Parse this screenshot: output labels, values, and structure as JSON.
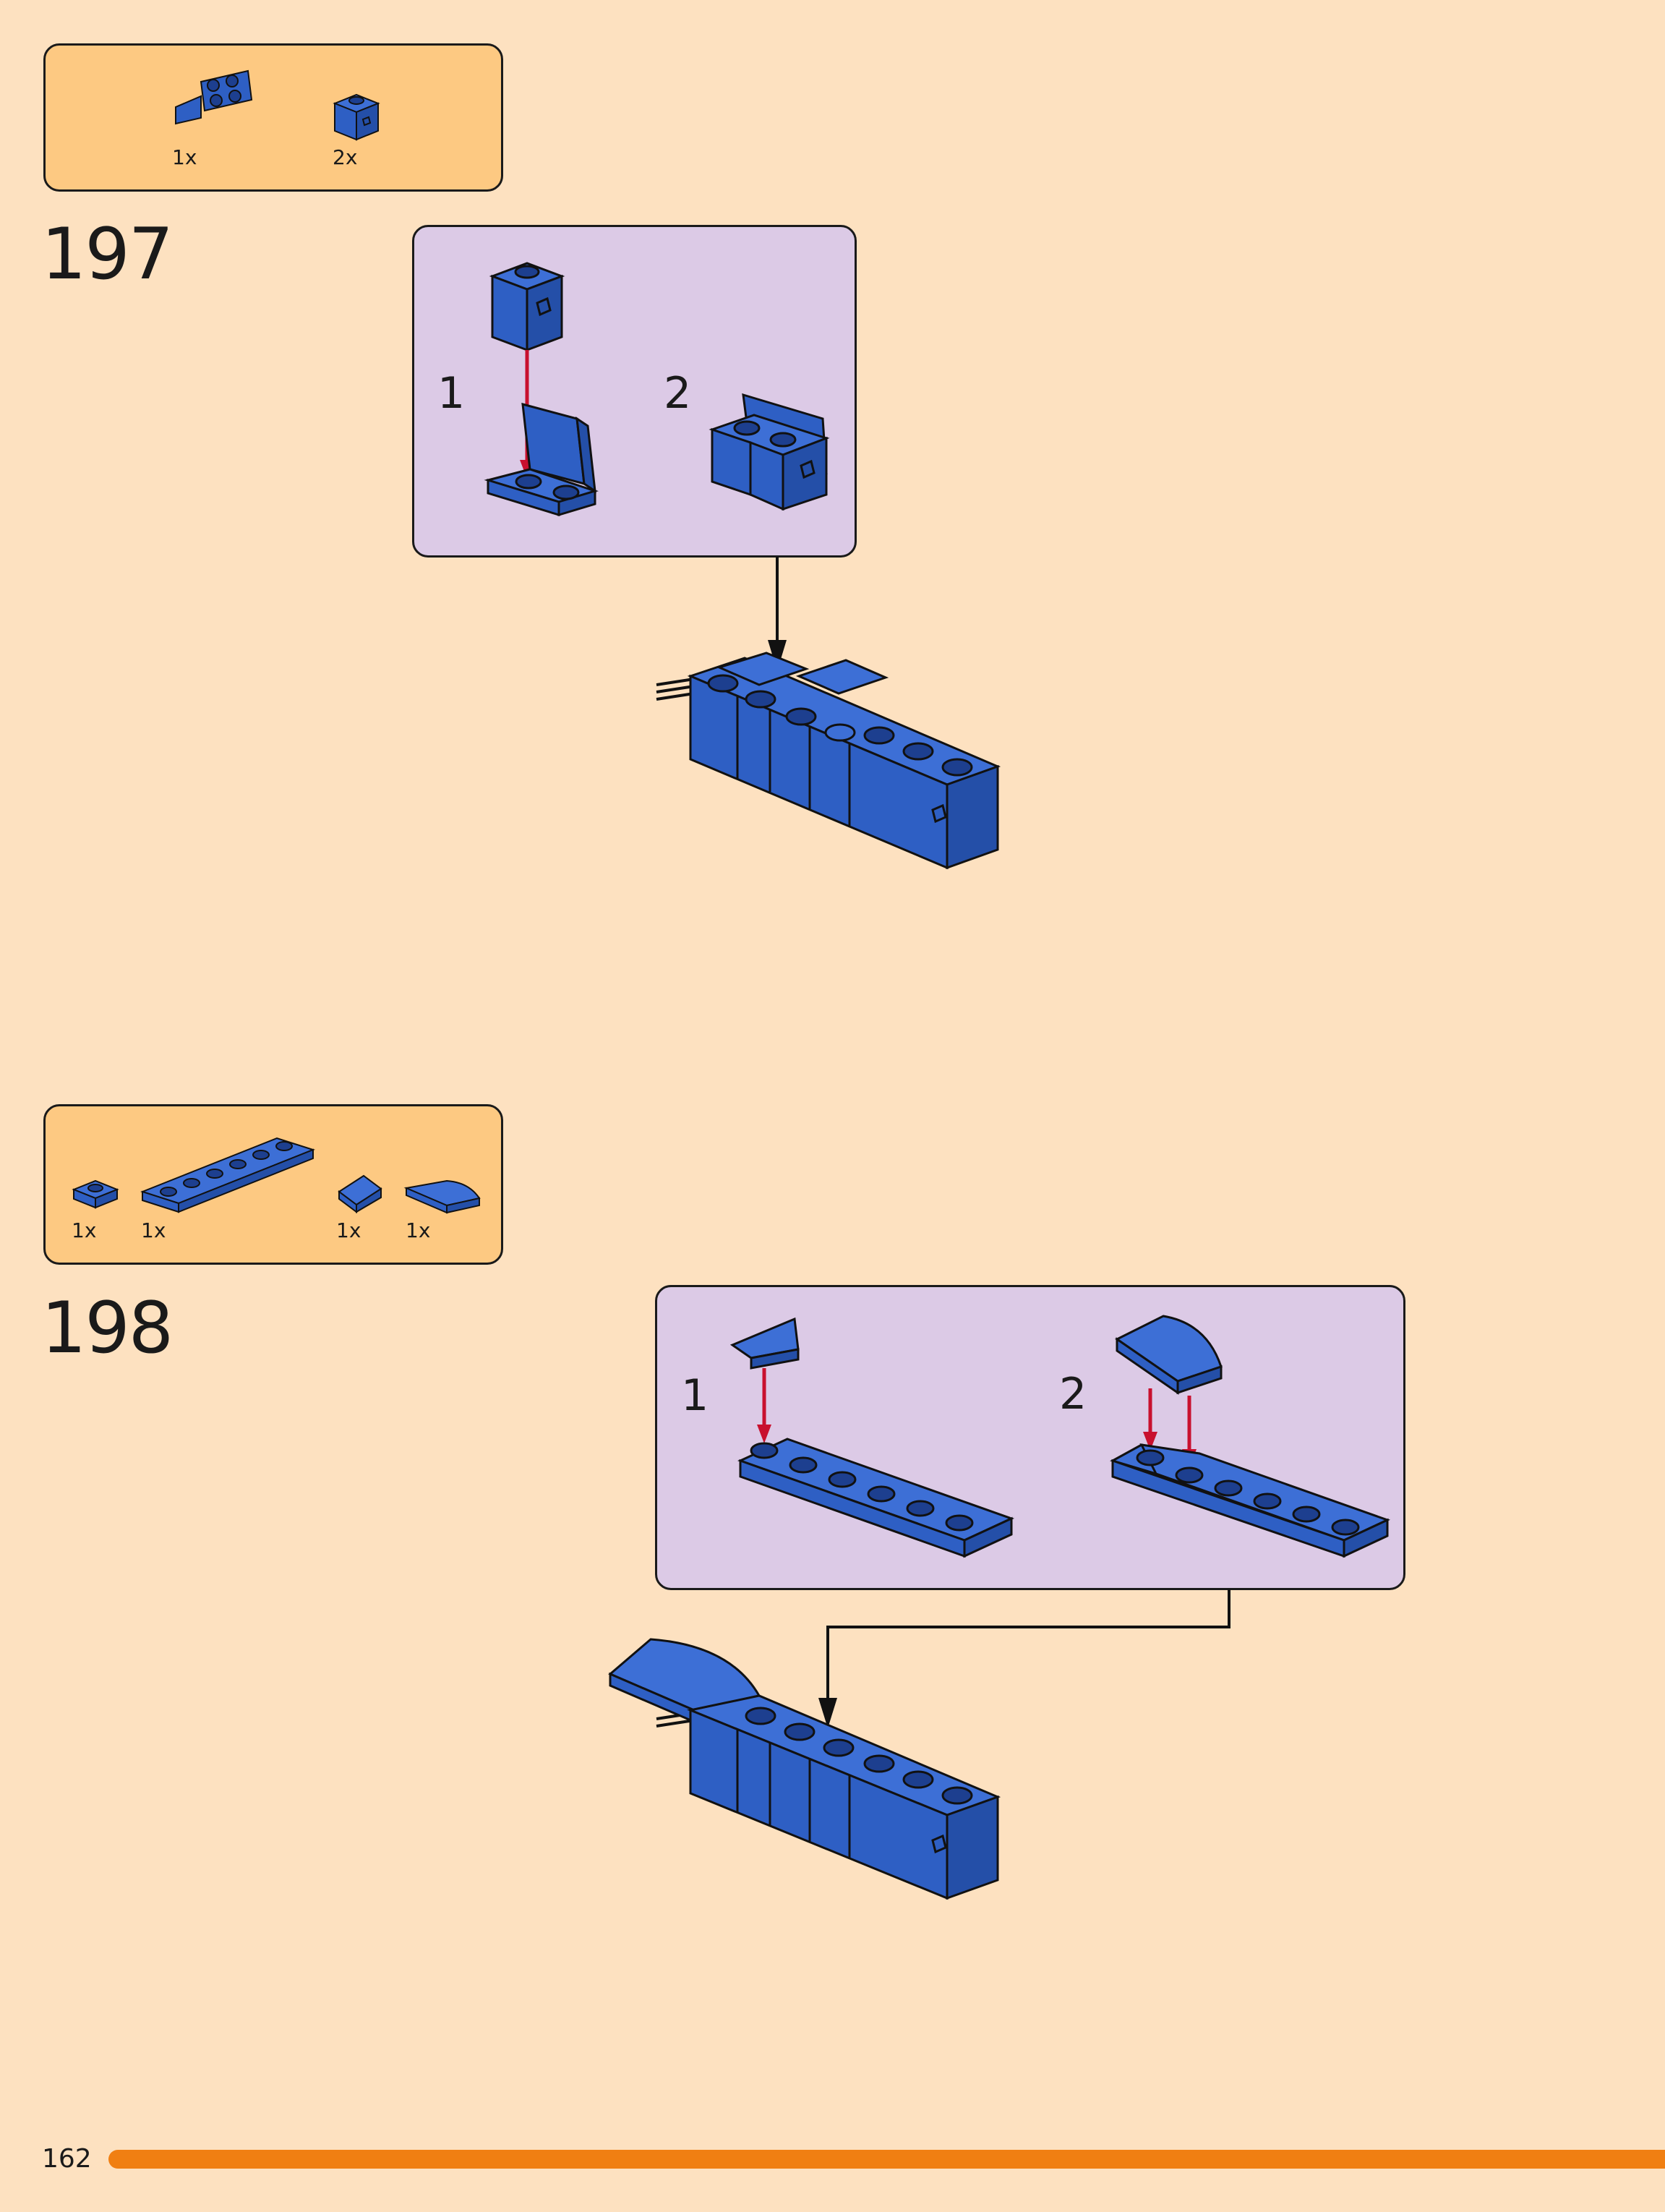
{
  "page_number": "162",
  "colors": {
    "background": "#fde1c0",
    "parts_box": "#fdc982",
    "sub_box": "#dccae6",
    "brick": "#2e5fc4",
    "arrow_red": "#c8102e",
    "bar": "#f07f12"
  },
  "steps": [
    {
      "number": "197",
      "parts": [
        {
          "qty": "1x",
          "icon": "bracket-2x2-icon"
        },
        {
          "qty": "2x",
          "icon": "brick-1x1-clip-icon"
        }
      ],
      "substeps": [
        {
          "number": "1"
        },
        {
          "number": "2"
        }
      ]
    },
    {
      "number": "198",
      "parts": [
        {
          "qty": "1x",
          "icon": "plate-1x1-icon"
        },
        {
          "qty": "1x",
          "icon": "plate-1x6-icon"
        },
        {
          "qty": "1x",
          "icon": "slope-1x1-icon"
        },
        {
          "qty": "1x",
          "icon": "curved-slope-icon"
        }
      ],
      "substeps": [
        {
          "number": "1"
        },
        {
          "number": "2"
        }
      ]
    }
  ]
}
